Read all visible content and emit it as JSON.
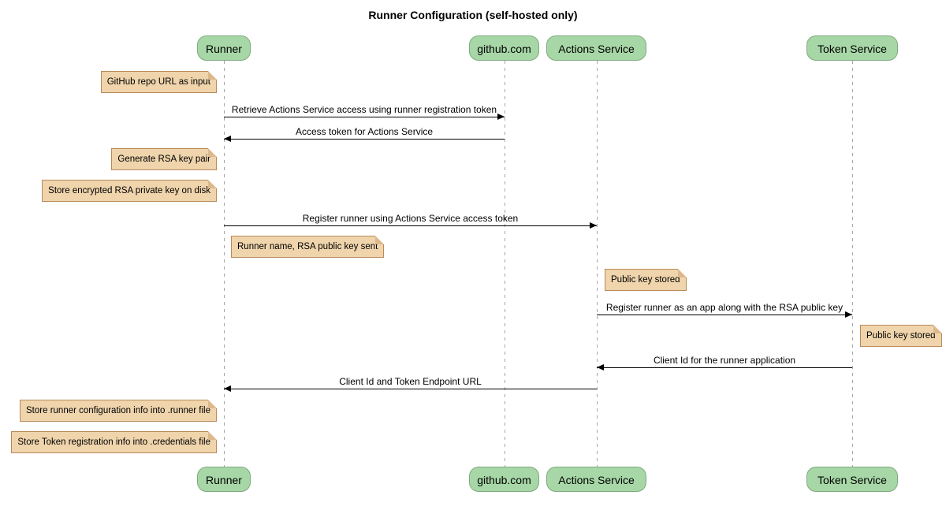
{
  "title": "Runner Configuration (self-hosted only)",
  "participants": [
    {
      "id": "runner",
      "label": "Runner"
    },
    {
      "id": "github",
      "label": "github.com"
    },
    {
      "id": "actions-service",
      "label": "Actions Service"
    },
    {
      "id": "token-service",
      "label": "Token Service"
    }
  ],
  "messages": [
    {
      "text": "Retrieve Actions Service access using runner registration token",
      "from": "Runner",
      "to": "github.com"
    },
    {
      "text": "Access token for Actions Service",
      "from": "github.com",
      "to": "Runner"
    },
    {
      "text": "Register runner using Actions Service access token",
      "from": "Runner",
      "to": "Actions Service"
    },
    {
      "text": "Register runner as an app along with the RSA public key",
      "from": "Actions Service",
      "to": "Token Service"
    },
    {
      "text": "Client Id for the runner application",
      "from": "Token Service",
      "to": "Actions Service"
    },
    {
      "text": "Client Id and Token Endpoint URL",
      "from": "Actions Service",
      "to": "Runner"
    }
  ],
  "notes": [
    {
      "text": "GitHub repo URL as input",
      "anchor": "Runner",
      "side": "left"
    },
    {
      "text": "Generate RSA key pair",
      "anchor": "Runner",
      "side": "left"
    },
    {
      "text": "Store encrypted RSA private key on disk",
      "anchor": "Runner",
      "side": "left"
    },
    {
      "text": "Runner name, RSA public key sent",
      "anchor": "Runner",
      "side": "right"
    },
    {
      "text": "Public key stored",
      "anchor": "Actions Service",
      "side": "right"
    },
    {
      "text": "Public key stored",
      "anchor": "Token Service",
      "side": "right"
    },
    {
      "text": "Store runner configuration info into .runner file",
      "anchor": "Runner",
      "side": "left"
    },
    {
      "text": "Store Token registration info into .credentials file",
      "anchor": "Runner",
      "side": "left"
    }
  ],
  "colors": {
    "participant_fill": "#a7d7a7",
    "participant_border": "#7fa97f",
    "note_fill": "#efd4ac",
    "note_border": "#b98a5a",
    "lifeline": "#a6a6a6",
    "arrow": "#000000",
    "background": "#ffffff"
  }
}
